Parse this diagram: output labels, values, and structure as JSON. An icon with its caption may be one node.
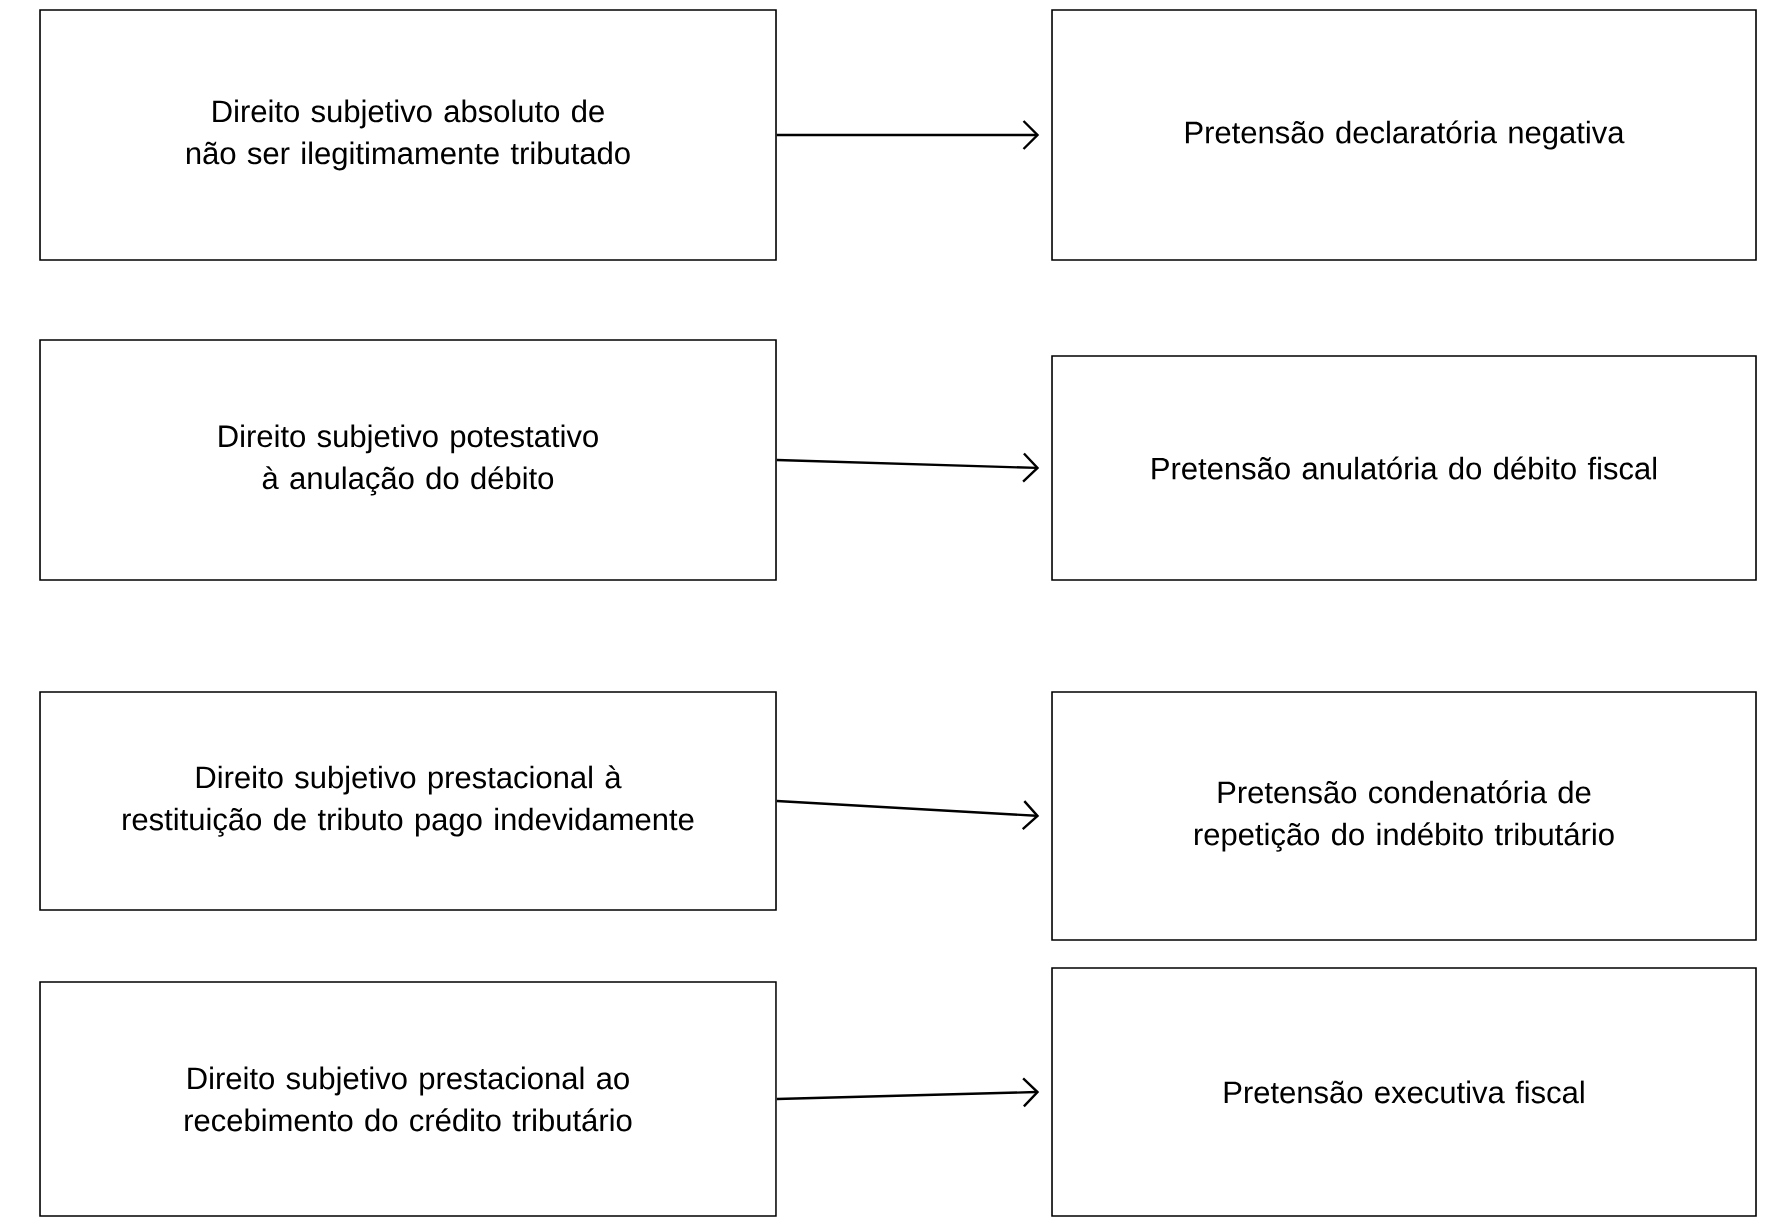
{
  "diagram": {
    "nodes": [
      {
        "text": [
          "Direito subjetivo absoluto de não ser ilegitimamente tributado"
        ]
      },
      {
        "text": [
          "Pretensão declaratória negativa"
        ]
      },
      {
        "text": [
          "Direito subjetivo potestativo à anulação do débito"
        ]
      },
      {
        "text": [
          "Pretensão anulatória do débito fiscal"
        ]
      },
      {
        "text": [
          "Direito subjetivo prestacional à restituição de tributo pago indevidamente"
        ]
      },
      {
        "text": [
          "Pretensão condenatória de repetição do indébito tributário"
        ]
      },
      {
        "text": [
          "Direito subjetivo prestacional ao recebimento do crédito tributário"
        ]
      },
      {
        "text": [
          "Pretensão executiva fiscal"
        ]
      }
    ],
    "edges": [
      {
        "from": 0,
        "to": 1,
        "arrow": "to"
      },
      {
        "from": 2,
        "to": 3,
        "arrow": "to"
      },
      {
        "from": 4,
        "to": 5,
        "arrow": "to"
      },
      {
        "from": 6,
        "to": 7,
        "arrow": "to"
      }
    ]
  }
}
